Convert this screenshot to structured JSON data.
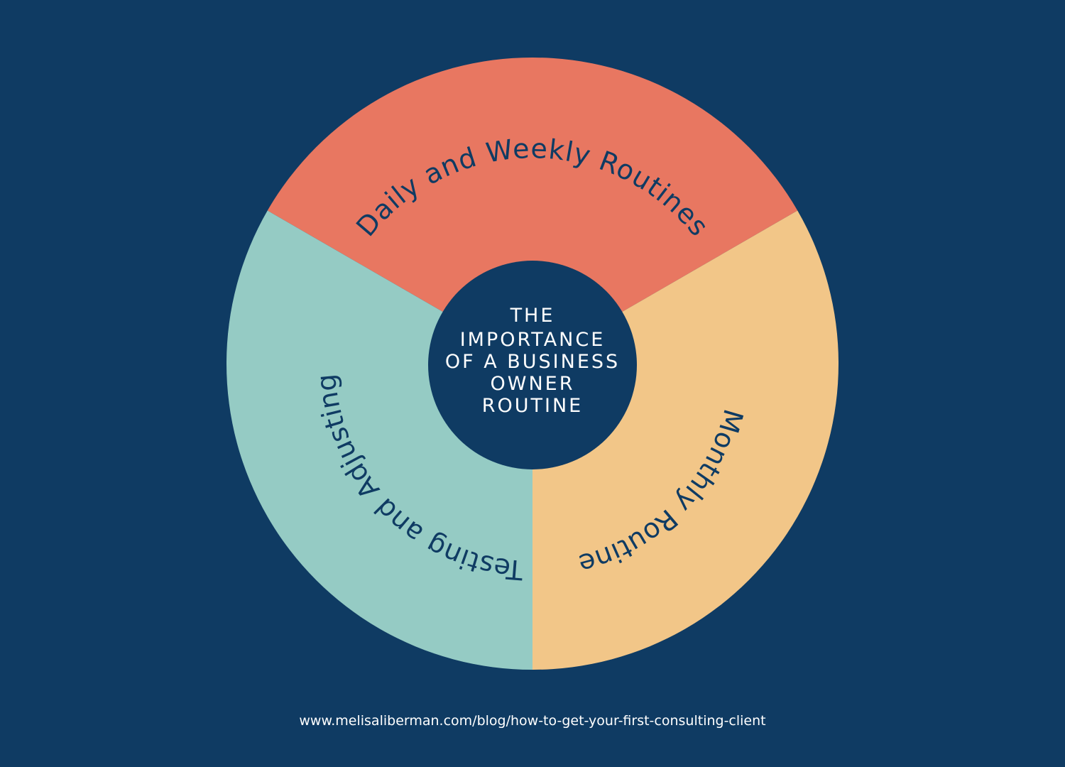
{
  "diagram": {
    "center_title_lines": [
      "THE",
      "IMPORTANCE",
      "OF A BUSINESS",
      "OWNER",
      "ROUTINE"
    ],
    "segments": [
      {
        "label": "Daily and Weekly Routines",
        "color": "#e87761"
      },
      {
        "label": "Monthly Routine",
        "color": "#f2c688"
      },
      {
        "label": "Testing and Adjusting",
        "color": "#95cbc4"
      }
    ],
    "background_color": "#0f3b63",
    "text_color": "#0f3b63"
  },
  "footer": {
    "url": "www.melisaliberman.com/blog/how-to-get-your-first-consulting-client"
  }
}
